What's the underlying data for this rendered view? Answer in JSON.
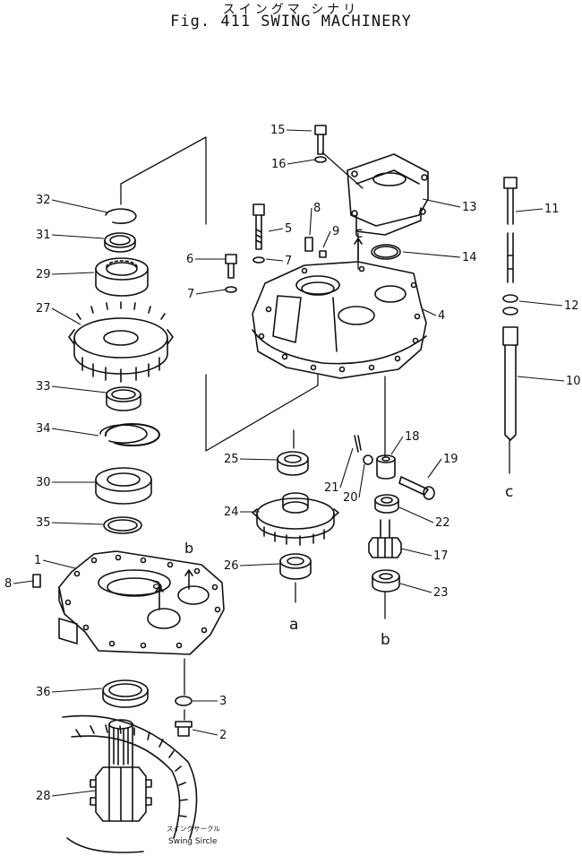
{
  "figure": {
    "title_jp": "スイングマ シナリ",
    "title_en": "Fig. 411 SWING MACHINERY"
  },
  "callouts": [
    "15",
    "16",
    "13",
    "11",
    "32",
    "8",
    "5",
    "9",
    "31",
    "6",
    "7",
    "14",
    "29",
    "7",
    "12",
    "27",
    "4",
    "33",
    "10",
    "34",
    "18",
    "19",
    "25",
    "21",
    "20",
    "30",
    "24",
    "22",
    "35",
    "b",
    "17",
    "1",
    "26",
    "8",
    "a",
    "23",
    "36",
    "3",
    "2",
    "28"
  ],
  "markers": [
    "c",
    "c",
    "a",
    "b"
  ],
  "ring_label": {
    "jp": "スイングサークル",
    "en": "Swing Sircle"
  },
  "colors": {
    "ink": "#111111",
    "paper": "#ffffff"
  }
}
